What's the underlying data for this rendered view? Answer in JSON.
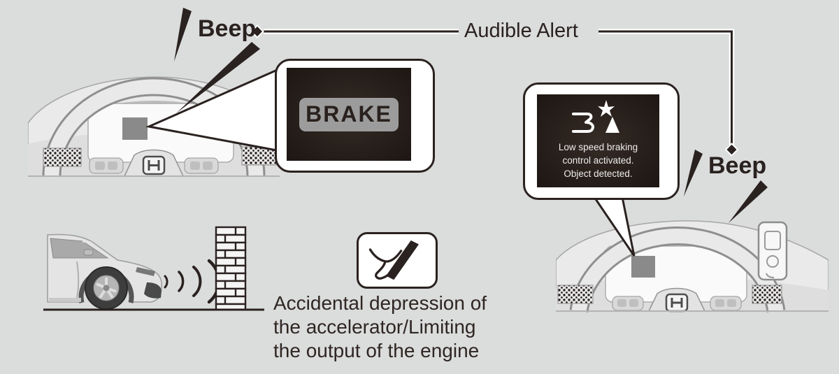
{
  "alert": {
    "beep_left": "Beep",
    "beep_right": "Beep",
    "label": "Audible Alert"
  },
  "brake_callout": {
    "display_text": "BRAKE"
  },
  "message_callout": {
    "line1": "Low speed braking",
    "line2": "control activated.",
    "line3": "Object detected."
  },
  "caption": {
    "line1": "Accidental depression of",
    "line2": "the accelerator/Limiting",
    "line3": "the output of the engine"
  },
  "colors": {
    "background": "#dbdcdc",
    "ink": "#2a2220",
    "display_background": "#261e1a",
    "brake_badge": "#9c9c9c",
    "cluster_marker": "#8a8a8a",
    "display_text": "#efedeb"
  },
  "icons": {
    "sound_wedge": "sound-beep-wedge-icon",
    "diamond_marker": "diamond-connector-marker",
    "collision": "collision-alert-icon",
    "pedal": "accelerator-pedal-icon",
    "sonar": "sonar-waves-icon",
    "wall": "brick-wall",
    "car": "car-illustration",
    "wheel_left": "steering-wheel-left",
    "wheel_right": "steering-wheel-right"
  }
}
